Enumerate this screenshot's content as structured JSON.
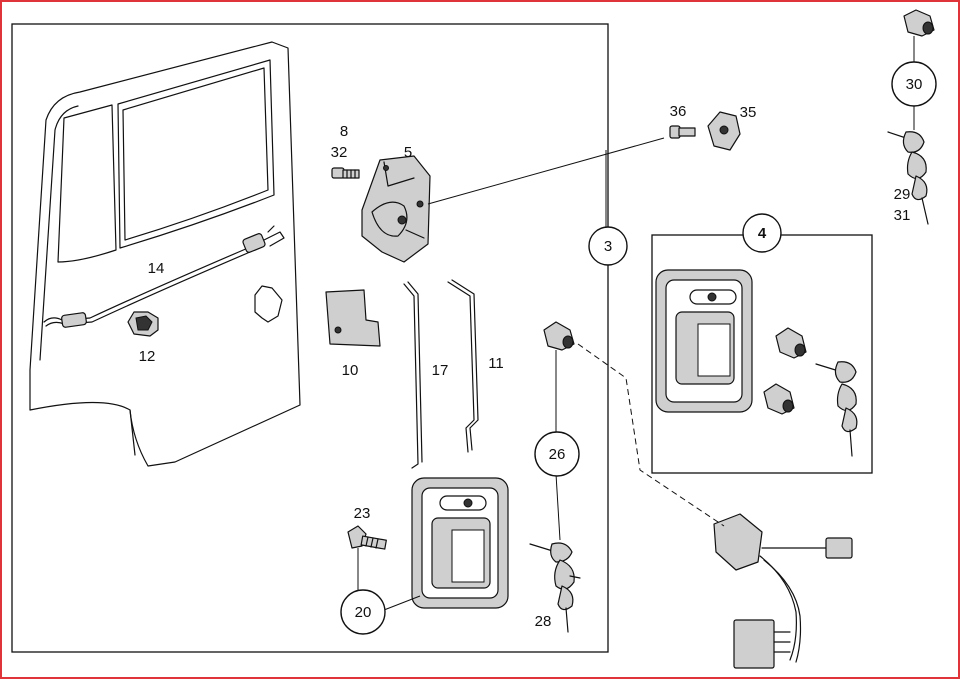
{
  "frame_color": "#e0343b",
  "labels": {
    "p3": "3",
    "p4": "4",
    "p5": "5",
    "p8": "8",
    "p10": "10",
    "p11": "11",
    "p12": "12",
    "p14": "14",
    "p17": "17",
    "p20": "20",
    "p23": "23",
    "p26": "26",
    "p28": "28",
    "p29": "29",
    "p30": "30",
    "p31": "31",
    "p32": "32",
    "p35": "35",
    "p36": "36"
  }
}
